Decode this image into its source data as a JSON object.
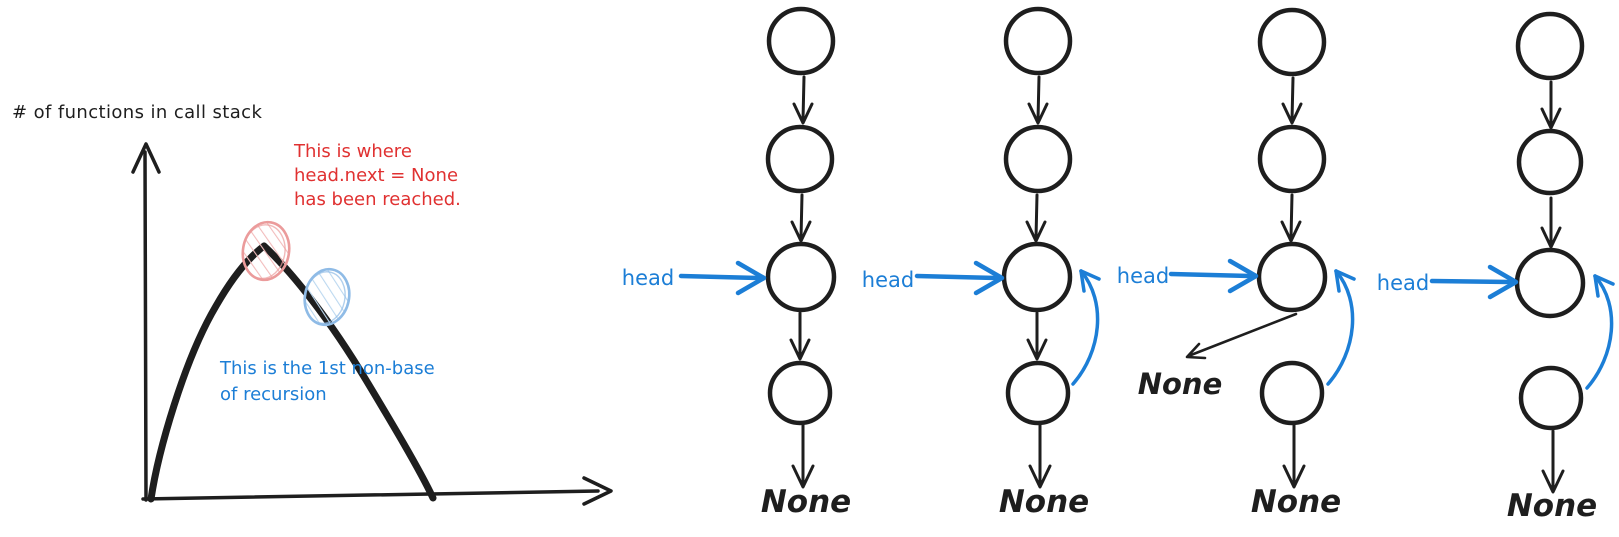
{
  "graph": {
    "axis_label": "# of functions in call stack",
    "red_annotation": {
      "color": "#e03131",
      "lines": [
        "This is where",
        "head.next = None",
        "has been reached."
      ]
    },
    "blue_annotation": {
      "color": "#1c7ed6",
      "lines": [
        "This is the 1st non-base",
        "of recursion"
      ]
    },
    "highlights": {
      "peak_marker_color": "#eb9b9b",
      "descent_marker_color": "#8fbbe6"
    }
  },
  "lists": [
    {
      "head_label": "head",
      "tail_label": "None"
    },
    {
      "head_label": "head",
      "tail_label": "None"
    },
    {
      "head_label": "head",
      "tail_label": "None",
      "detached_next_label": "None"
    },
    {
      "head_label": "head",
      "tail_label": "None"
    }
  ],
  "colors": {
    "ink": "#1e1e1e",
    "blue": "#1c7ed6",
    "red": "#e03131",
    "red_hatch": "#f2bcbc",
    "blue_hatch": "#bcd8f0",
    "background": "#ffffff"
  }
}
